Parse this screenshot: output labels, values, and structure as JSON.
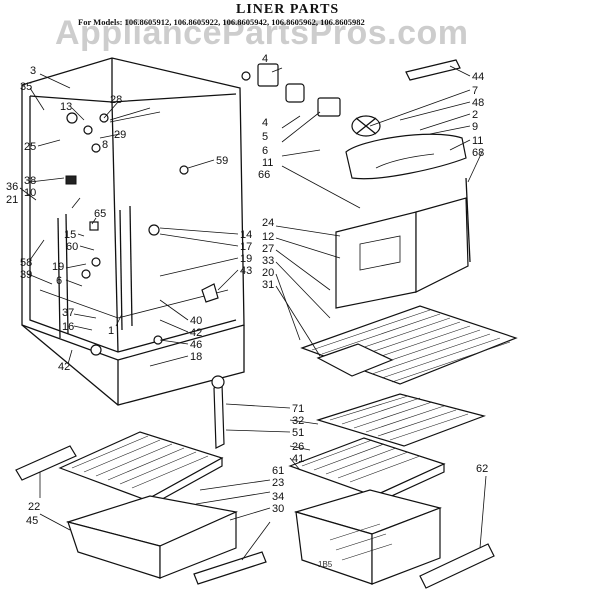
{
  "title": "LINER PARTS",
  "models": "For Models: 106.8605912, 106.8605922, 106.8605942, 106.8605962, 106.8605982",
  "watermark": "AppliancePartsPros.com",
  "footer": "1B5",
  "callouts": {
    "c3": "3",
    "c35": "35",
    "c13": "13",
    "c28": "28",
    "c29": "29",
    "c8": "8",
    "c25": "25",
    "c36": "36",
    "c38": "38",
    "c10": "10",
    "c21": "21",
    "c65": "65",
    "c15": "15",
    "c60": "60",
    "c58": "58",
    "c39": "39",
    "c19a": "19",
    "c6a": "6",
    "c37": "37",
    "c16": "16",
    "c42a": "42",
    "c1": "1",
    "c4": "4",
    "c5": "5",
    "c6b": "6",
    "c11a": "11",
    "c66": "66",
    "c59": "59",
    "c14": "14",
    "c17": "17",
    "c19b": "19",
    "c43": "43",
    "c40": "40",
    "c42b": "42",
    "c46": "46",
    "c18": "18",
    "c44": "44",
    "c7": "7",
    "c48": "48",
    "c2": "2",
    "c9": "9",
    "c11b": "11",
    "c68": "68",
    "c24": "24",
    "c12": "12",
    "c27": "27",
    "c33": "33",
    "c20": "20",
    "c31": "31",
    "c71": "71",
    "c32": "32",
    "c51": "51",
    "c26": "26",
    "c41": "41",
    "c61": "61",
    "c23": "23",
    "c34": "34",
    "c30": "30",
    "c22": "22",
    "c45": "45",
    "c62": "62"
  }
}
